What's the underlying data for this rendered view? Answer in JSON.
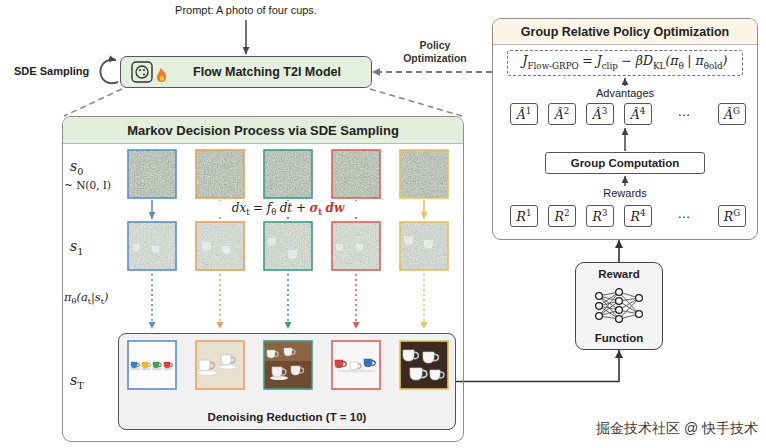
{
  "diagram": {
    "nodes": [
      {
        "text": [
          "Flow Matching T2I Model"
        ]
      },
      {
        "text": [
          "Markov Decision Process via SDE Sampling"
        ]
      },
      {
        "text": [
          "Denoising Reduction (T = 10)"
        ],
        "in": 1
      },
      {
        "text": [
          "Group Relative Policy Optimization"
        ]
      },
      {
        "text": [
          "J",
          "Flow-GRPO",
          "= J",
          "clip",
          "− βD",
          "KL",
          "(π",
          "θ",
          "| π",
          "θ",
          "old",
          ")"
        ],
        "in": 3
      },
      {
        "text": [
          "Â",
          "1"
        ],
        "in": 3
      },
      {
        "text": [
          "Â",
          "2"
        ],
        "in": 3
      },
      {
        "text": [
          "Â",
          "3"
        ],
        "in": 3
      },
      {
        "text": [
          "Â",
          "4"
        ],
        "in": 3
      },
      {
        "text": [
          "Â",
          "G"
        ],
        "in": 3
      },
      {
        "text": [
          "Group Computation"
        ],
        "in": 3
      },
      {
        "text": [
          "R",
          "1"
        ],
        "in": 3
      },
      {
        "text": [
          "R",
          "2"
        ],
        "in": 3
      },
      {
        "text": [
          "R",
          "3"
        ],
        "in": 3
      },
      {
        "text": [
          "R",
          "4"
        ],
        "in": 3
      },
      {
        "text": [
          "R",
          "G"
        ],
        "in": 3
      },
      {
        "text": [
          "Reward",
          "Function"
        ]
      }
    ],
    "edges": [
      {
        "from": 3,
        "to": 0,
        "arrow": "to",
        "label": "Policy Optimization"
      },
      {
        "from": 16,
        "to": 3,
        "arrow": "to"
      },
      {
        "from": 2,
        "to": 16,
        "arrow": "to"
      }
    ],
    "labels": [
      "Prompt: A photo of four cups.",
      "SDE Sampling",
      "s",
      "0",
      "~ N(0, I)",
      "dx",
      "t",
      "= f",
      "θ",
      "dt +",
      "σ",
      "t",
      "dw",
      "s",
      "1",
      "π",
      "θ",
      "(a",
      "t",
      "|s",
      "t",
      ")",
      "s",
      "T",
      "Advantages",
      "…",
      "Rewards",
      "…",
      "掘金技术社区 @ 快手技术"
    ]
  }
}
